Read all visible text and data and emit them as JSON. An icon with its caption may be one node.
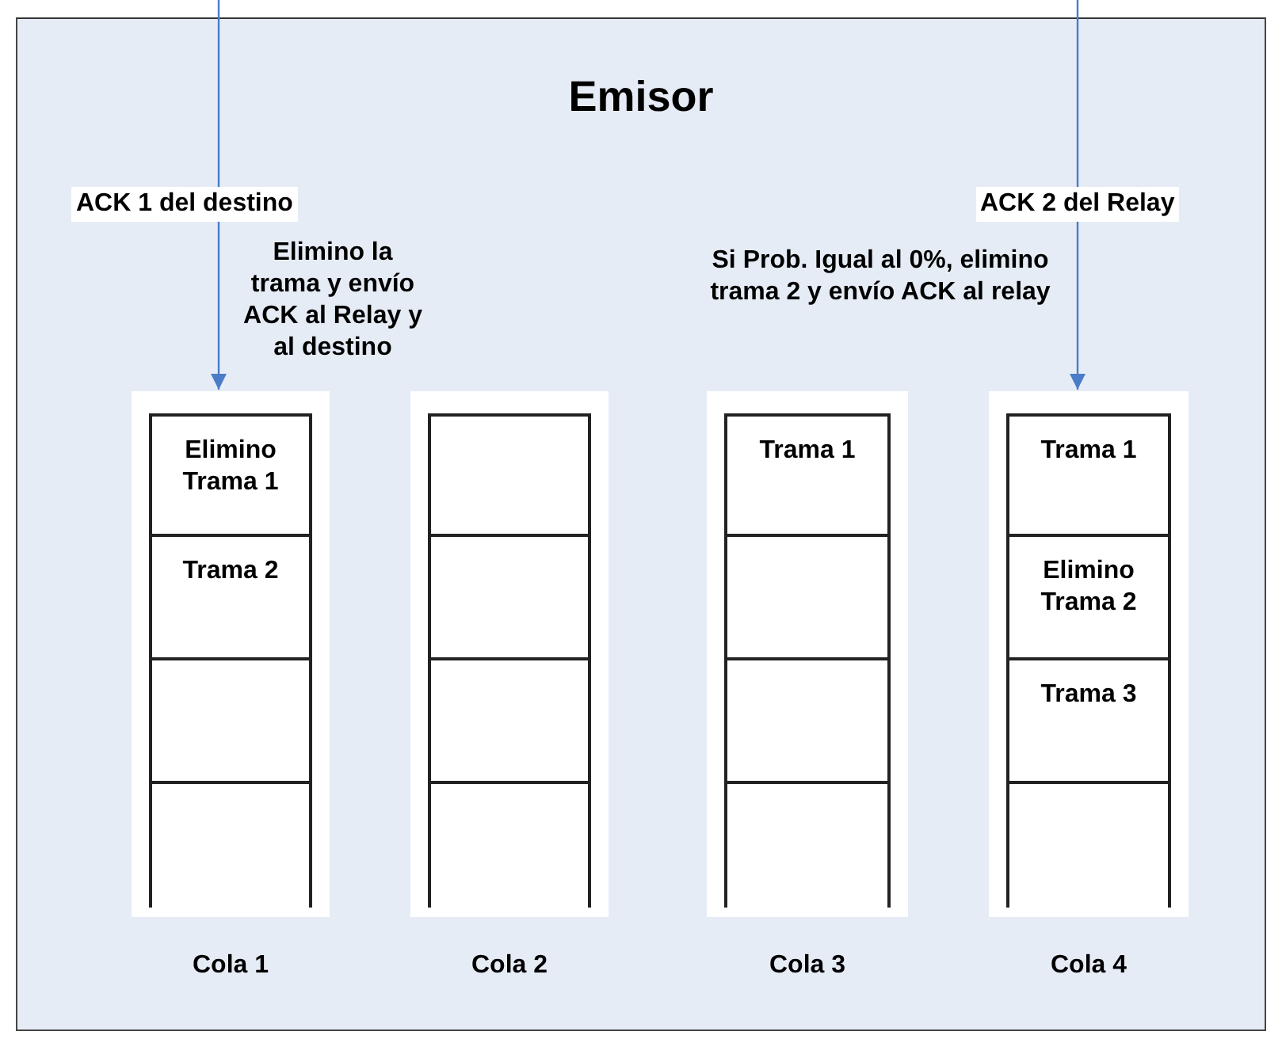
{
  "diagram": {
    "nodes": [
      {
        "text": [
          "Emisor"
        ]
      },
      {
        "text": [
          "Cola 1"
        ],
        "in": 0
      },
      {
        "text": [
          "Elimino Trama 1"
        ],
        "in": 1
      },
      {
        "text": [
          "Trama 2"
        ],
        "in": 1
      },
      {
        "text": [],
        "shape": "box",
        "in": 1
      },
      {
        "text": [],
        "shape": "box",
        "in": 1
      },
      {
        "text": [
          "Cola 2"
        ],
        "in": 0
      },
      {
        "text": [],
        "shape": "box",
        "in": 6
      },
      {
        "text": [],
        "shape": "box",
        "in": 6
      },
      {
        "text": [],
        "shape": "box",
        "in": 6
      },
      {
        "text": [],
        "shape": "box",
        "in": 6
      },
      {
        "text": [
          "Cola 3"
        ],
        "in": 0
      },
      {
        "text": [
          "Trama 1"
        ],
        "in": 11
      },
      {
        "text": [],
        "shape": "box",
        "in": 11
      },
      {
        "text": [],
        "shape": "box",
        "in": 11
      },
      {
        "text": [],
        "shape": "box",
        "in": 11
      },
      {
        "text": [
          "Cola 4"
        ],
        "in": 0
      },
      {
        "text": [
          "Trama 1"
        ],
        "in": 16
      },
      {
        "text": [
          "Elimino Trama 2"
        ],
        "in": 16
      },
      {
        "text": [
          "Trama 3"
        ],
        "in": 16
      },
      {
        "text": [],
        "shape": "box",
        "in": 16
      }
    ],
    "edges": [
      {
        "from": null,
        "to": 1,
        "arrow": "to",
        "label": "ACK 1 del destino"
      },
      {
        "from": null,
        "to": 16,
        "arrow": "to",
        "label": "ACK 2 del Relay"
      }
    ],
    "labels": [
      "Elimino la trama y envío ACK al Relay y al destino",
      "Si Prob. Igual al 0%, elimino trama 2 y envío ACK al relay"
    ]
  }
}
